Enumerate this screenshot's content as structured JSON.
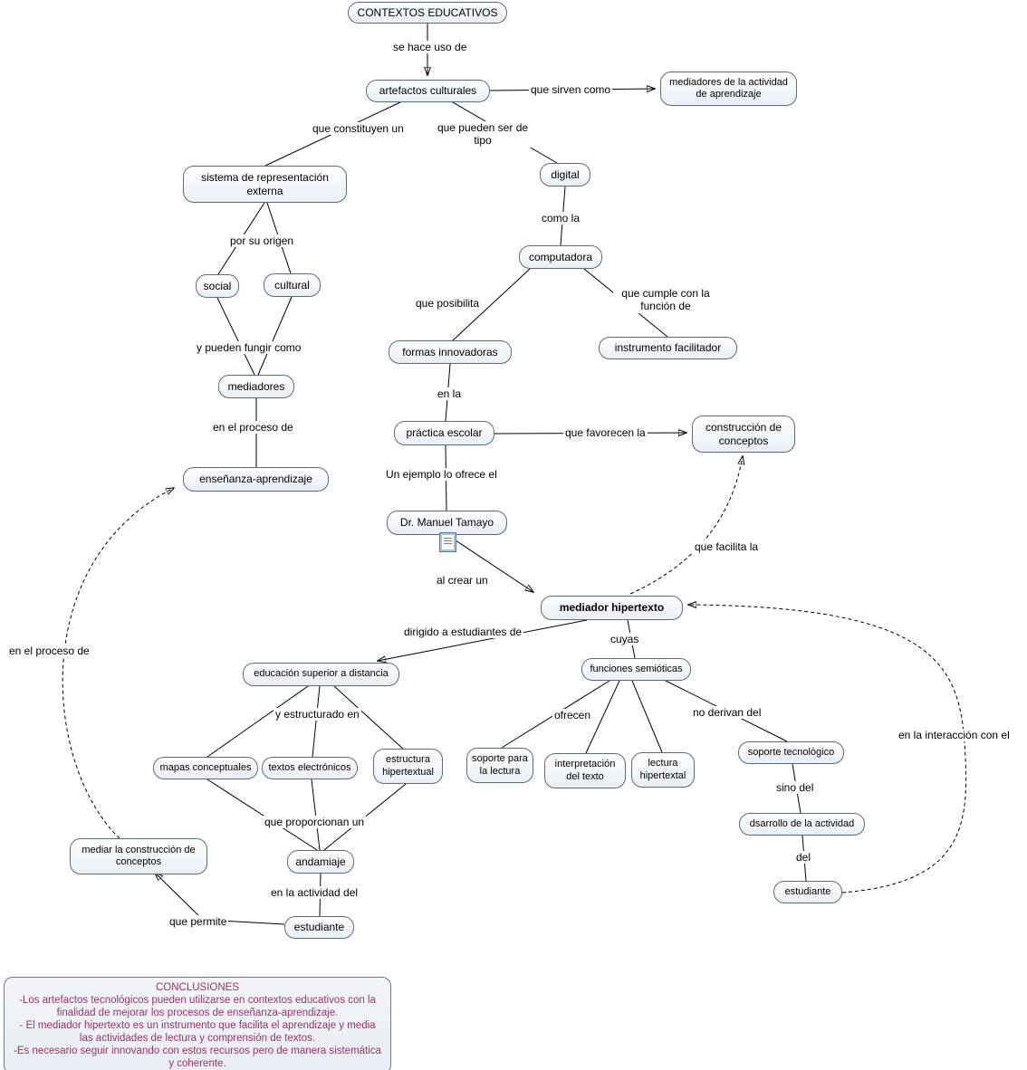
{
  "nodes": {
    "contextos_educativos": "CONTEXTOS EDUCATIVOS",
    "artefactos_culturales": "artefactos culturales",
    "mediadores_actividad": "mediadores de la actividad de aprendizaje",
    "sistema_representacion": "sistema de representación externa",
    "digital": "digital",
    "computadora": "computadora",
    "social": "social",
    "cultural": "cultural",
    "formas_innovadoras": "formas innovadoras",
    "instrumento_facilitador": "instrumento facilitador",
    "mediadores": "mediadores",
    "practica_escolar": "práctica escolar",
    "construccion_conceptos": "construcción de conceptos",
    "ensenanza_aprendizaje": "enseñanza-aprendizaje",
    "dr_manuel_tamayo": "Dr. Manuel Tamayo",
    "mediador_hipertexto": "mediador hipertexto",
    "educacion_superior": "educación superior a distancia",
    "funciones_semioticas": "funciones semióticas",
    "mapas_conceptuales": "mapas conceptuales",
    "textos_electronicos": "textos electrónicos",
    "estructura_hipertextual": "estructura hipertextual",
    "soporte_lectura": "soporte para la lectura",
    "interpretacion_texto": "interpretación del texto",
    "lectura_hipertextal": "lectura hipertextal",
    "soporte_tecnologico": "soporte tecnológico",
    "dsarrollo_actividad": "dsarrollo de la actividad",
    "mediar_construccion": "mediar la construcción de conceptos",
    "andamiaje": "andamiaje",
    "estudiante_derecha": "estudiante",
    "estudiante_abajo": "estudiante"
  },
  "link_labels": {
    "se_hace_uso_de": "se hace uso de",
    "que_sirven_como": "que sirven como",
    "que_constituyen_un": "que constituyen un",
    "que_pueden_ser_de_tipo": "que pueden ser de tipo",
    "por_su_origen": "por su origen",
    "como_la": "como la",
    "que_posibilita": "que posibilita",
    "que_cumple_funcion": "que cumple con la función de",
    "y_pueden_fungir_como": "y pueden fungir como",
    "en_la": "en la",
    "en_el_proceso_de_1": "en el proceso de",
    "que_favorecen_la": "que favorecen la",
    "un_ejemplo": "Un ejemplo lo ofrece el",
    "al_crear_un": "al crear un",
    "que_facilita_la": "que facilita la",
    "dirigido_a": "dirigido a estudiantes de",
    "cuyas": "cuyas",
    "en_el_proceso_de_2": "en el proceso de",
    "y_estructurado_en": "y estructurado en",
    "ofrecen": "ofrecen",
    "no_derivan_del": "no derivan del",
    "en_la_interaccion": "en la interacción con el",
    "que_proporcionan_un": "que proporcionan un",
    "sino_del": "sino del",
    "en_la_actividad_del": "en la actividad del",
    "del": "del",
    "que_permite": "que permite"
  },
  "conclusions": {
    "title": "CONCLUSIONES",
    "items": [
      "-Los artefactos tecnológicos pueden utilizarse en contextos educativos con la finalidad de mejorar los procesos de enseñanza-aprendizaje.",
      "- El mediador hipertexto es un instrumento que facilita el aprendizaje y media las actividades de lectura y comprensión de textos.",
      "-Es necesario seguir innovando con estos recursos pero de manera sistemática y coherente."
    ]
  },
  "colors": {
    "node_fill_top": "#fdfeff",
    "node_fill_bottom": "#e9eff6",
    "node_border": "#5e6c79",
    "connector": "#000000",
    "conclusions_text": "#993366",
    "background": "#ffffff"
  },
  "icons": {
    "resource": "document-resource-icon"
  }
}
